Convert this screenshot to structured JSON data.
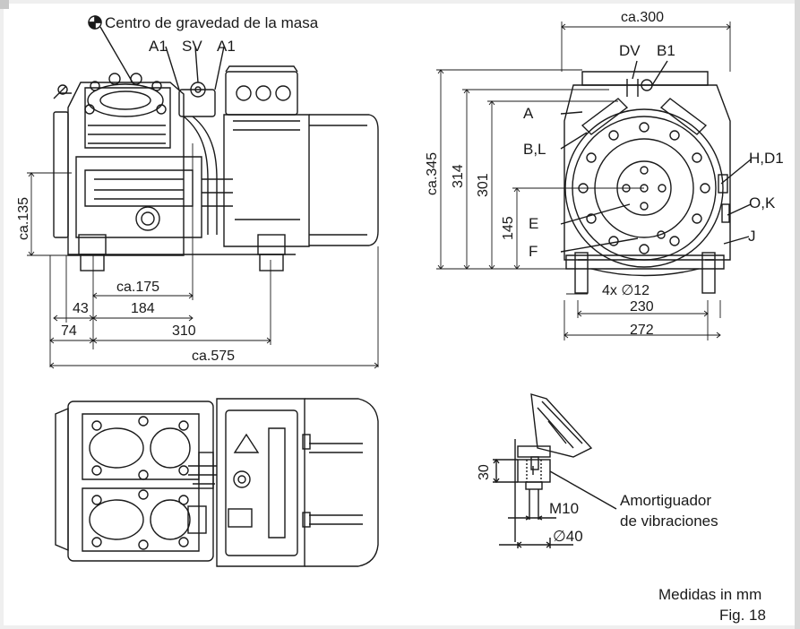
{
  "labels": {
    "cog": "Centro de gravedad de la masa",
    "a1_left": "A1",
    "sv": "SV",
    "a1_right": "A1",
    "dv": "DV",
    "b1": "B1",
    "a": "A",
    "bl": "B,L",
    "hd1": "H,D1",
    "ok": "O,K",
    "e": "E",
    "f": "F",
    "j": "J",
    "vib1": "Amortiguador",
    "vib2": "de vibraciones",
    "units": "Medidas in mm",
    "fig": "Fig. 18"
  },
  "dimensions": {
    "side_height": "ca.135",
    "d175": "ca.175",
    "d43": "43",
    "d184": "184",
    "d74": "74",
    "d310": "310",
    "d575": "ca.575",
    "front_width": "ca.300",
    "front_h345": "ca.345",
    "front_h314": "314",
    "front_h301": "301",
    "front_h145": "145",
    "holes": "4x ∅12",
    "d230": "230",
    "d272": "272",
    "d30": "30",
    "m10": "M10",
    "d40": "∅40"
  },
  "colors": {
    "line": "#1a1a1a",
    "border": "#d9d9d9"
  }
}
